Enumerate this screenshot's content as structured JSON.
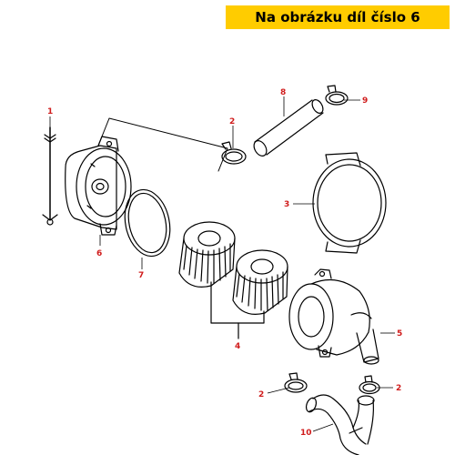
{
  "header": {
    "text": "Na obrázku díl číslo 6",
    "background": "#ffcc00"
  },
  "callouts": {
    "part_1": "1",
    "part_2a": "2",
    "part_2b": "2",
    "part_2c": "2",
    "part_3": "3",
    "part_4": "4",
    "part_5": "5",
    "part_6": "6",
    "part_7": "7",
    "part_8": "8",
    "part_9": "9",
    "part_10": "10"
  },
  "colors": {
    "callout": "#d01c1c",
    "line": "#000000"
  }
}
